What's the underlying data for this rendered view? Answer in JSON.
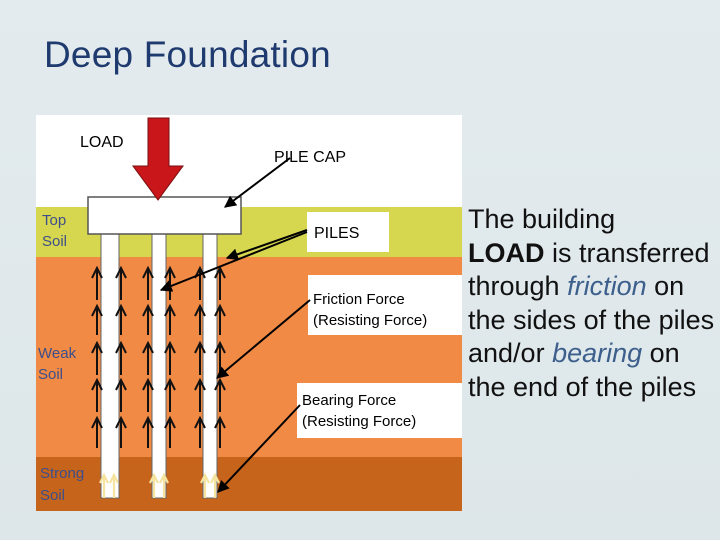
{
  "slide": {
    "title": "Deep Foundation"
  },
  "diagram": {
    "load_label": "LOAD",
    "pile_cap_label": "PILE CAP",
    "piles_label": "PILES",
    "friction_label": "Friction Force",
    "friction_sub": "(Resisting Force)",
    "bearing_label": "Bearing Force",
    "bearing_sub": "(Resisting Force)",
    "layers": [
      {
        "name_line1": "Top",
        "name_line2": "Soil",
        "color": "#d6d64f"
      },
      {
        "name_line1": "Weak",
        "name_line2": "Soil",
        "color": "#f08a45"
      },
      {
        "name_line1": "Strong",
        "name_line2": "Soil",
        "color": "#c6641c"
      }
    ],
    "load_arrow_color": "#c8161b"
  },
  "caption": {
    "part1": "The building",
    "part2_bold": "LOAD",
    "part3": " is transferred through ",
    "part4_italic": "friction",
    "part5": " on the sides of the piles and/or ",
    "part6_italic": "bearing",
    "part7": " on the end of the piles"
  }
}
